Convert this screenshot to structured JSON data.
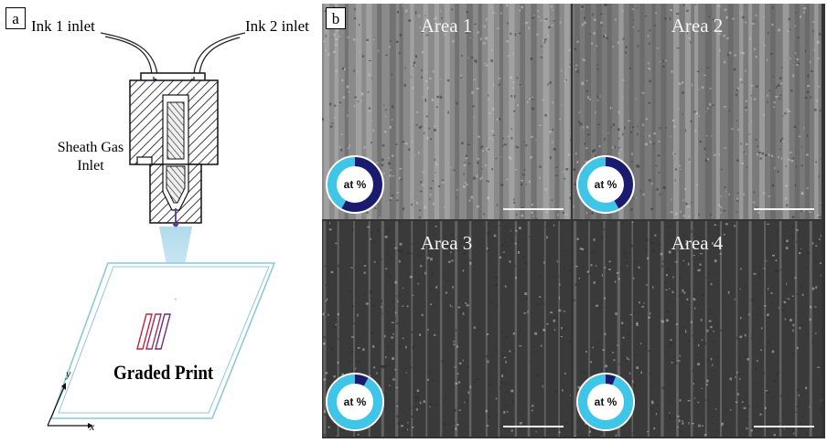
{
  "panel_a": {
    "label": "a",
    "ink1_label": "Ink 1 inlet",
    "ink2_label": "Ink 2 inlet",
    "sheath_label_line1": "Sheath Gas",
    "sheath_label_line2": "Inlet",
    "print_label": "Graded Print",
    "axis_y": "y",
    "axis_x": "x",
    "colors": {
      "ink1": "#2b2b9a",
      "ink2": "#d8202a",
      "sheath": "#1f7a3a",
      "print": "#c8203a"
    }
  },
  "panel_b": {
    "label": "b",
    "donut_label": "at %",
    "colors": {
      "component_a": "#1a1a6e",
      "component_b": "#3ec5e8"
    },
    "areas": [
      {
        "title": "Area 1",
        "fraction_dark": 0.58
      },
      {
        "title": "Area 2",
        "fraction_dark": 0.42
      },
      {
        "title": "Area 3",
        "fraction_dark": 0.08
      },
      {
        "title": "Area 4",
        "fraction_dark": 0.06
      }
    ]
  }
}
